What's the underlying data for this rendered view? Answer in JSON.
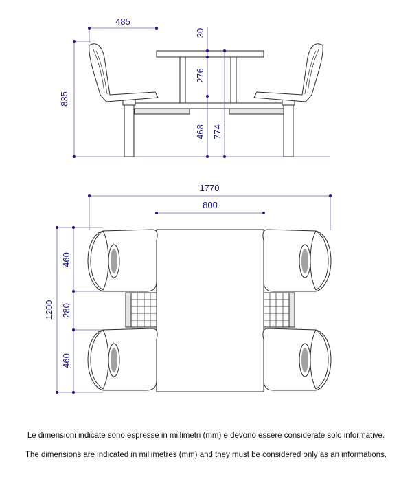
{
  "side_view": {
    "dims": {
      "seat_spacing": "485",
      "table_top_thickness": "30",
      "top_to_frame": "276",
      "overall_height": "835",
      "seat_height": "468",
      "table_height": "774"
    }
  },
  "plan_view": {
    "dims": {
      "overall_length": "1770",
      "table_width": "800",
      "overall_depth": "1200",
      "seat_depth_upper": "460",
      "seat_gap": "280",
      "seat_depth_lower": "460"
    }
  },
  "notes": {
    "italian": "Le dimensioni indicate sono espresse in millimetri (mm) e devono essere considerate solo informative.",
    "english": "The dimensions are indicated in millimetres (mm) and they must be considered only as an informations."
  },
  "colors": {
    "dimension": "#1a1a7a",
    "outline": "#2a2a2a"
  }
}
